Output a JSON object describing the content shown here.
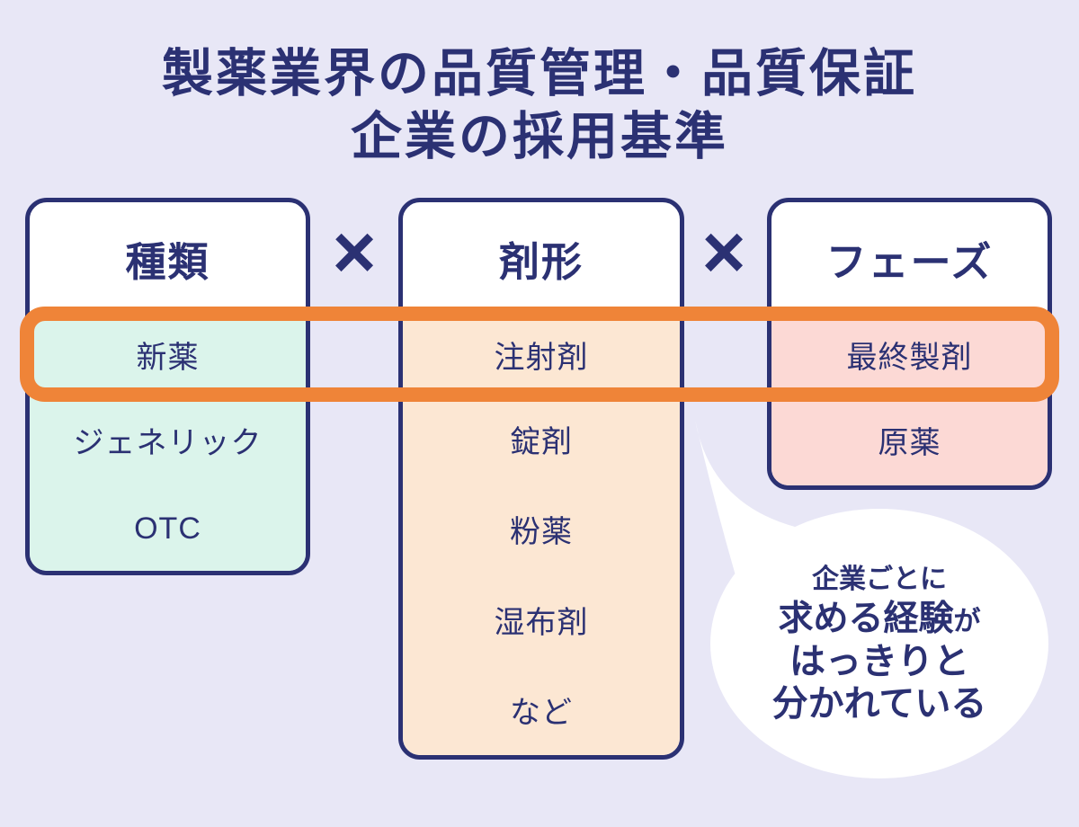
{
  "title": {
    "line1": "製薬業界の品質管理・品質保証",
    "line2": "企業の採用基準"
  },
  "matrix": {
    "operator": "×",
    "columns": [
      {
        "header": "種類",
        "body_color": "#DBF4EB",
        "rows": [
          "新薬",
          "ジェネリック",
          "OTC"
        ]
      },
      {
        "header": "剤形",
        "body_color": "#FCE7D3",
        "rows": [
          "注射剤",
          "錠剤",
          "粉薬",
          "湿布剤",
          "など"
        ]
      },
      {
        "header": "フェーズ",
        "body_color": "#FCD9D5",
        "rows": [
          "最終製剤",
          "原薬"
        ]
      }
    ]
  },
  "highlight": {
    "border_color": "#EF8438"
  },
  "bubble": {
    "line1": "企業ごとに",
    "line2_main": "求める経験",
    "line2_suffix": "が",
    "line3": "はっきりと",
    "line4": "分かれている"
  },
  "colors": {
    "background": "#E8E7F6",
    "navy": "#2B3173",
    "card_background": "#FFFFFF",
    "bubble_background": "#FFFFFF"
  }
}
